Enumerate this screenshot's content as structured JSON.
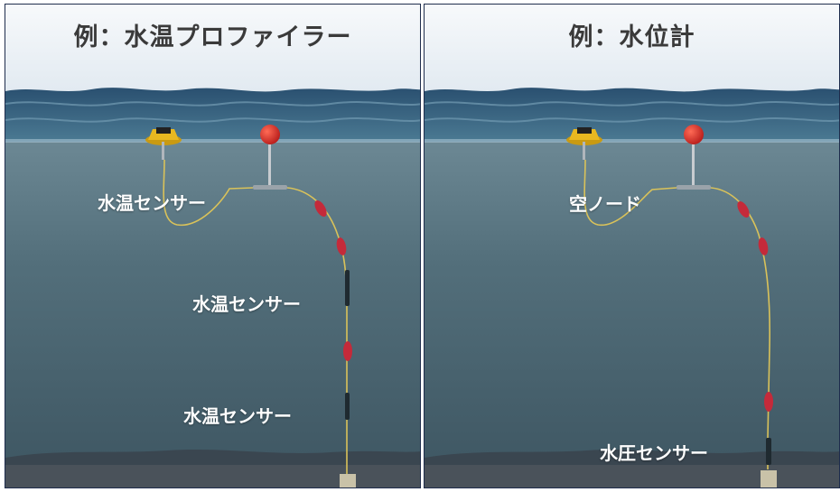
{
  "left_panel": {
    "title": "例：水温プロファイラー",
    "labels": [
      "水温センサー",
      "水温センサー",
      "水温センサー"
    ]
  },
  "right_panel": {
    "title": "例：水位計",
    "labels": [
      "空ノード",
      "水圧センサー"
    ]
  },
  "colors": {
    "frame": "#1f2d4d",
    "sky": "#eef3f8",
    "water": "#4f6d7a",
    "buoy_red": "#d9302c",
    "logger_yellow": "#e8b820",
    "cable": "#d9c25a"
  }
}
